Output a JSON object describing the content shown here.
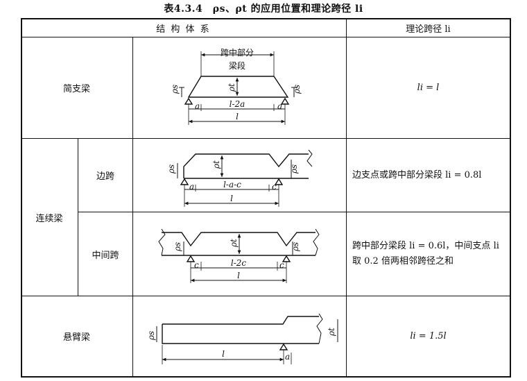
{
  "title": "表4.3.4　ρs、ρt 的应用位置和理论跨径 li",
  "headers": {
    "system": "结 构 体 系",
    "span": "理论跨径 li"
  },
  "rows": {
    "simple": {
      "label": "简支梁",
      "span": "li = l"
    },
    "continuous": {
      "label": "连续梁",
      "edge": {
        "label": "边跨",
        "span": "边支点或跨中部分梁段 li = 0.8l"
      },
      "middle": {
        "label": "中间跨",
        "span": "跨中部分梁段 li = 0.6l，中间支点 li 取 0.2 倍两相邻跨径之和"
      }
    },
    "cantilever": {
      "label": "悬臂梁",
      "span": "li = 1.5l"
    }
  },
  "diagram": {
    "midspan": "跨中部分",
    "segment": "梁段",
    "rho_s": "ρs",
    "rho_t": "ρt",
    "a": "a",
    "c": "c",
    "l": "l",
    "l_2a": "l-2a",
    "l_a_c": "l-a-c",
    "l_2c": "l-2c"
  }
}
